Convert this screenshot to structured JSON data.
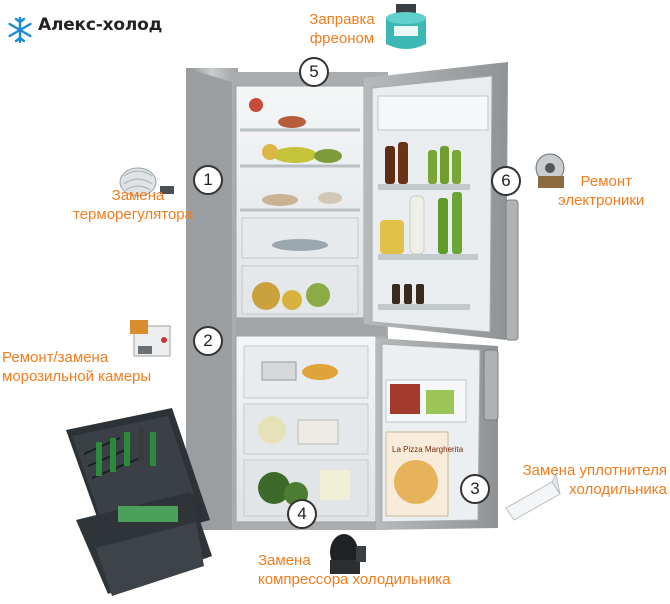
{
  "brand": {
    "name": "Алекс-холод",
    "icon": "snowflake-icon",
    "color": "#1b8ad6"
  },
  "accent_color": "#f07d1e",
  "services": [
    {
      "number": "1",
      "line1": "Замена",
      "line2": "терморегулятора",
      "icon": "thermostat-icon"
    },
    {
      "number": "2",
      "line1": "Ремонт/замена",
      "line2": "морозильной камеры",
      "icon": "freezer-module-icon"
    },
    {
      "number": "3",
      "line1": "Замена уплотнителя",
      "line2": "холодильника",
      "icon": "door-seal-icon"
    },
    {
      "number": "4",
      "line1": "Замена",
      "line2": "компрессора холодильника",
      "icon": "compressor-icon"
    },
    {
      "number": "5",
      "line1": "Заправка",
      "line2": "фреоном",
      "icon": "freon-cylinder-icon"
    },
    {
      "number": "6",
      "line1": "Ремонт",
      "line2": "электроники",
      "icon": "electronics-icon"
    }
  ],
  "food_label": "La Pizza Margherita"
}
